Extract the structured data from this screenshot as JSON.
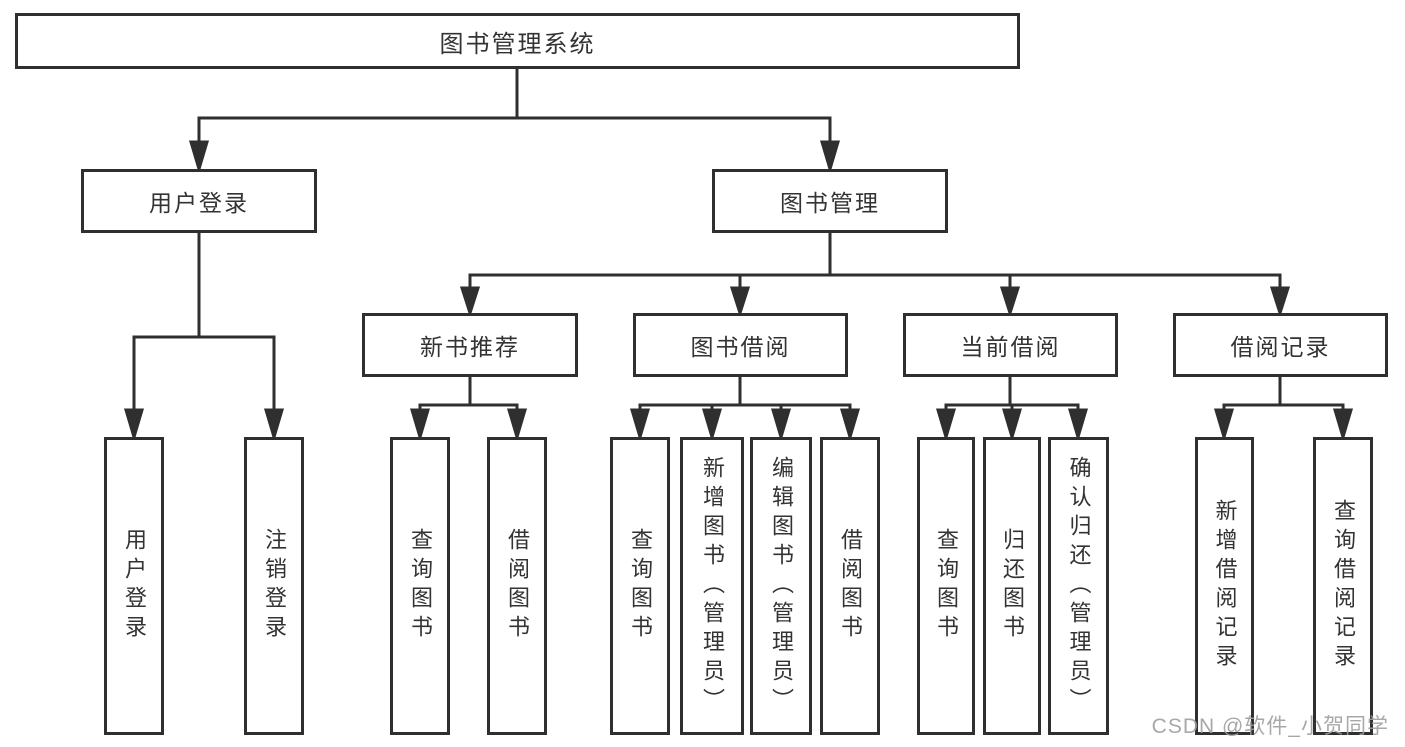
{
  "tree": {
    "root": {
      "label": "图书管理系统"
    },
    "branches": [
      {
        "label": "用户登录",
        "children": [
          {
            "label": "用户登录"
          },
          {
            "label": "注销登录"
          }
        ]
      },
      {
        "label": "图书管理",
        "children": [
          {
            "label": "新书推荐",
            "children": [
              {
                "label": "查询图书"
              },
              {
                "label": "借阅图书"
              }
            ]
          },
          {
            "label": "图书借阅",
            "children": [
              {
                "label": "查询图书"
              },
              {
                "label": "新增图书（管理员）"
              },
              {
                "label": "编辑图书（管理员）"
              },
              {
                "label": "借阅图书"
              }
            ]
          },
          {
            "label": "当前借阅",
            "children": [
              {
                "label": "查询图书"
              },
              {
                "label": "归还图书"
              },
              {
                "label": "确认归还（管理员）"
              }
            ]
          },
          {
            "label": "借阅记录",
            "children": [
              {
                "label": "新增借阅记录"
              },
              {
                "label": "查询借阅记录"
              }
            ]
          }
        ]
      }
    ]
  },
  "watermark": {
    "text": "CSDN @软件_小贺同学"
  },
  "colors": {
    "line": "#2f2f2f",
    "text": "#333333",
    "background": "#ffffff",
    "watermark": "#9e9e9e"
  }
}
